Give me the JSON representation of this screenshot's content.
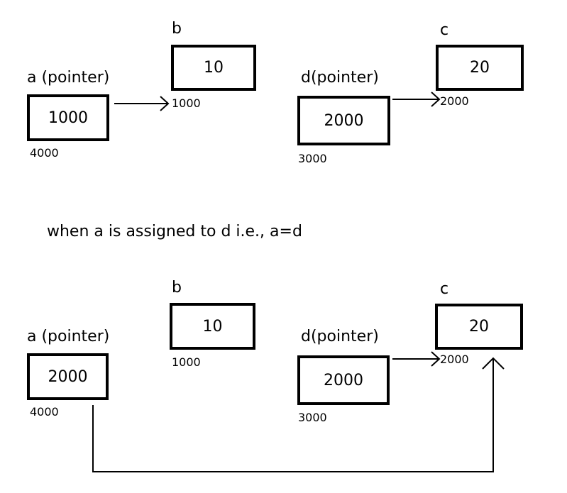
{
  "top_diagram": {
    "a": {
      "name": "a (pointer)",
      "value": "1000",
      "address": "4000"
    },
    "b": {
      "name": "b",
      "value": "10",
      "address": "1000"
    },
    "d": {
      "name": "d(pointer)",
      "value": "2000",
      "address": "3000"
    },
    "c": {
      "name": "c",
      "value": "20",
      "address": "2000"
    }
  },
  "caption": "when a is assigned to d i.e., a=d",
  "bottom_diagram": {
    "a": {
      "name": "a (pointer)",
      "value": "2000",
      "address": "4000"
    },
    "b": {
      "name": "b",
      "value": "10",
      "address": "1000"
    },
    "d": {
      "name": "d(pointer)",
      "value": "2000",
      "address": "3000"
    },
    "c": {
      "name": "c",
      "value": "20",
      "address": "2000"
    }
  }
}
